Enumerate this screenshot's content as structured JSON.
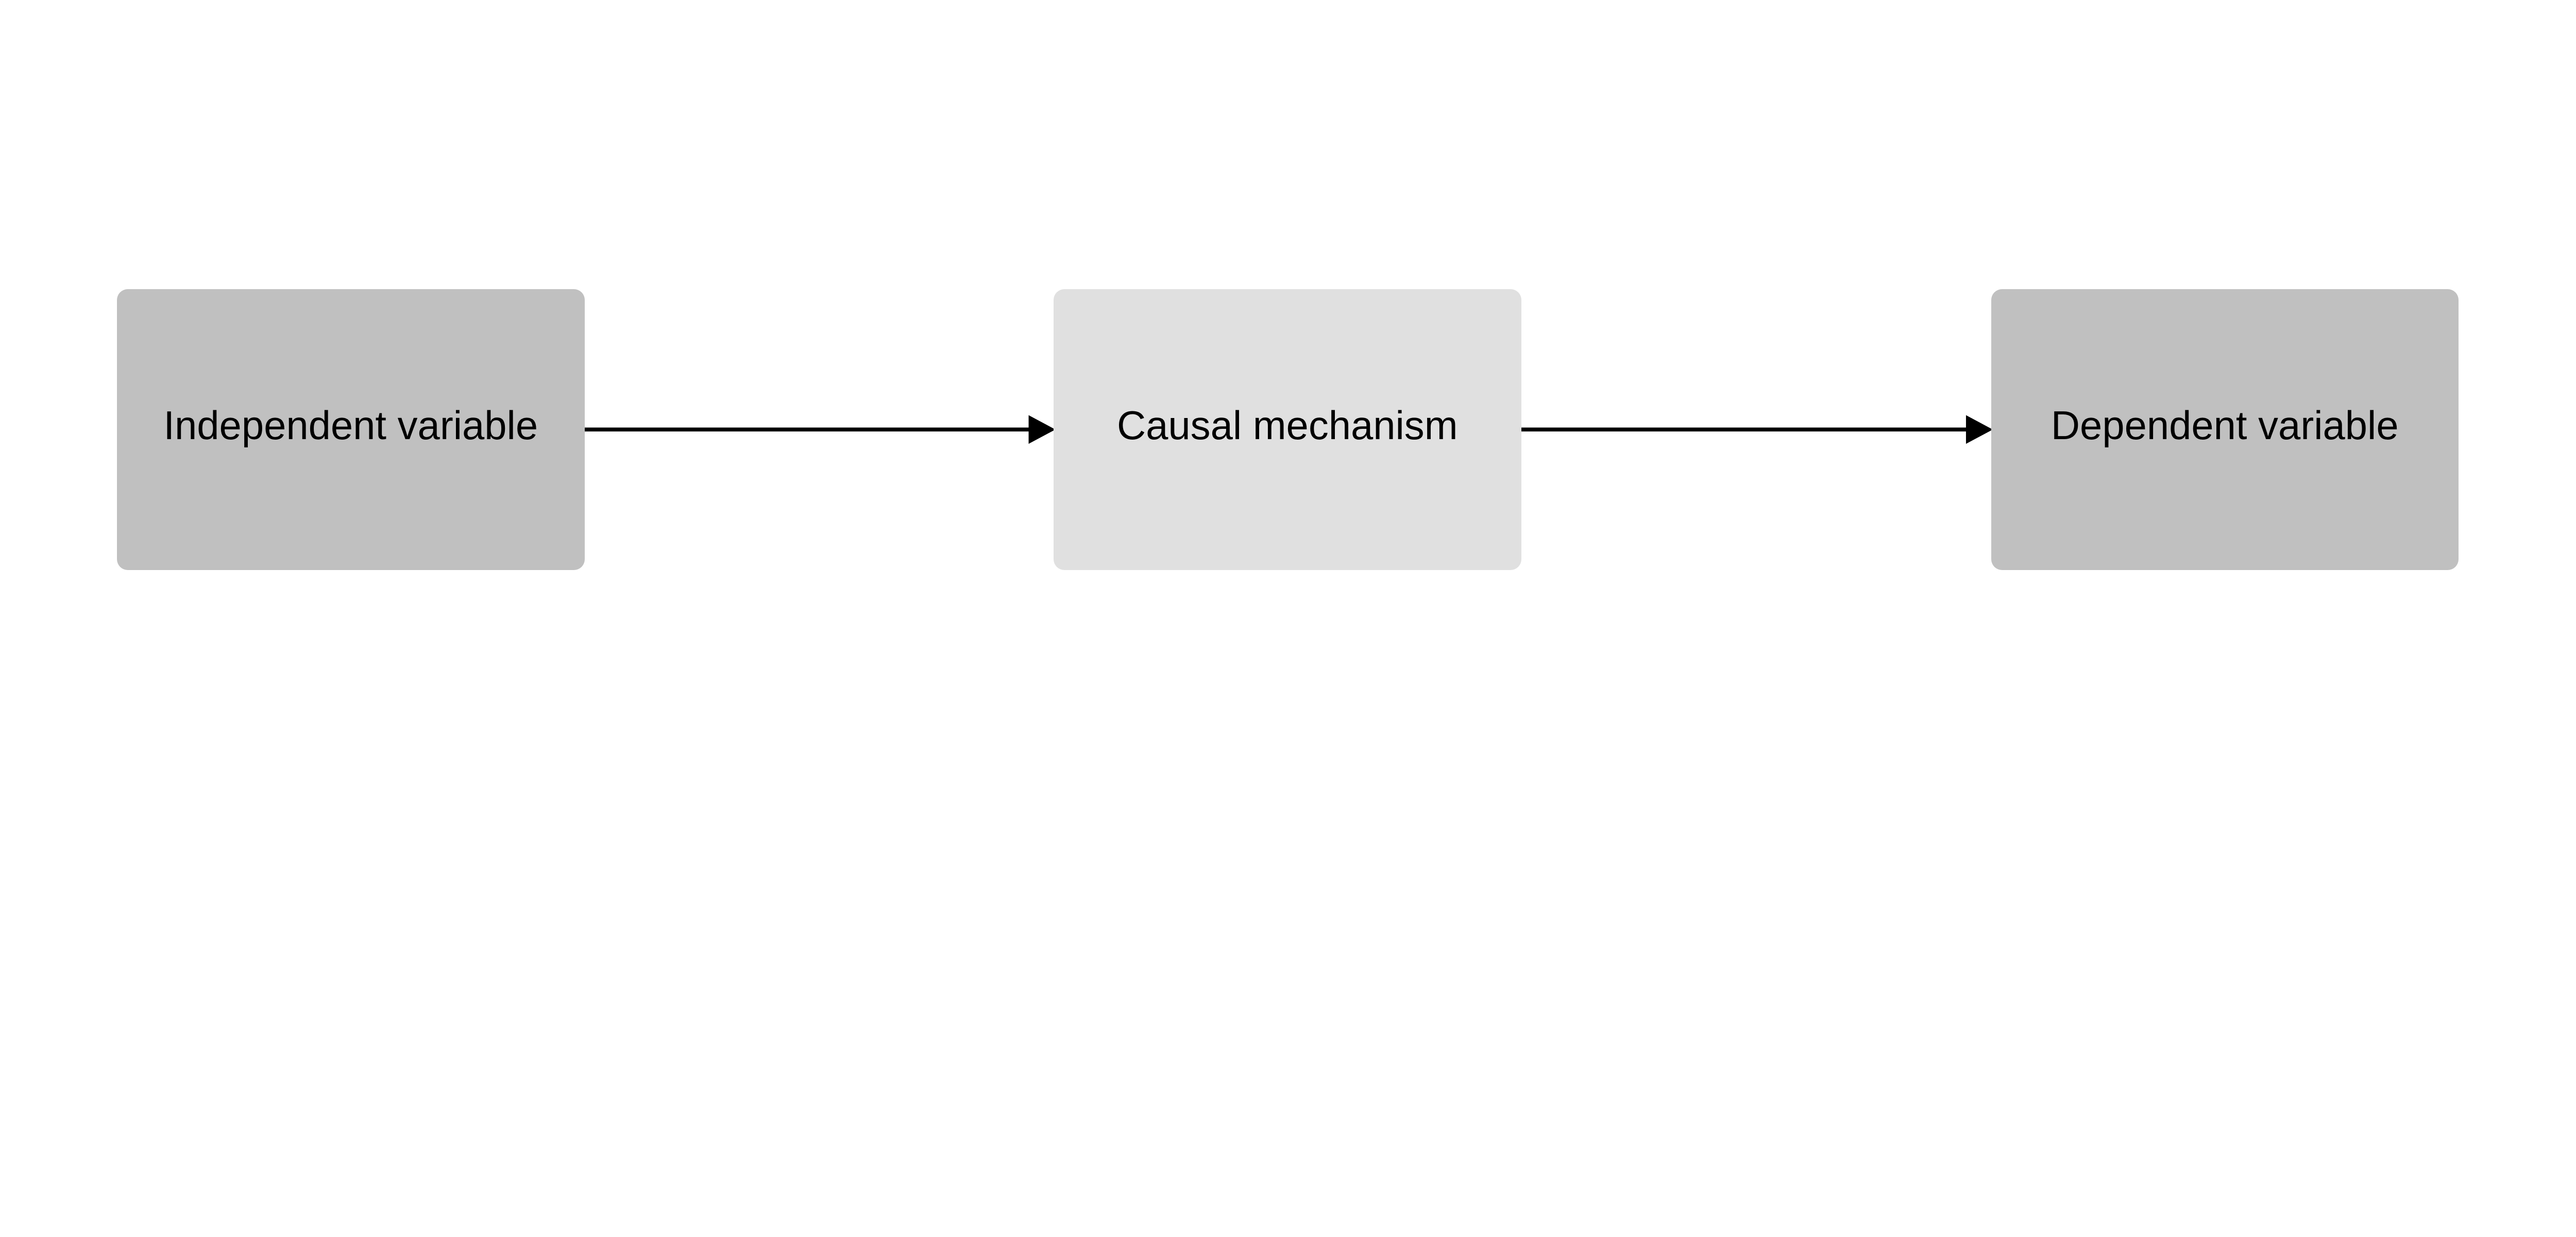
{
  "nodes": [
    {
      "id": "independent",
      "label": "Independent variable",
      "color": "#c0c0c0"
    },
    {
      "id": "mechanism",
      "label": "Causal mechanism",
      "color": "#e0e0e0"
    },
    {
      "id": "dependent",
      "label": "Dependent variable",
      "color": "#c0c0c0"
    }
  ],
  "edges": [
    {
      "from": "independent",
      "to": "mechanism"
    },
    {
      "from": "mechanism",
      "to": "dependent"
    }
  ],
  "edge_color": "#000000"
}
